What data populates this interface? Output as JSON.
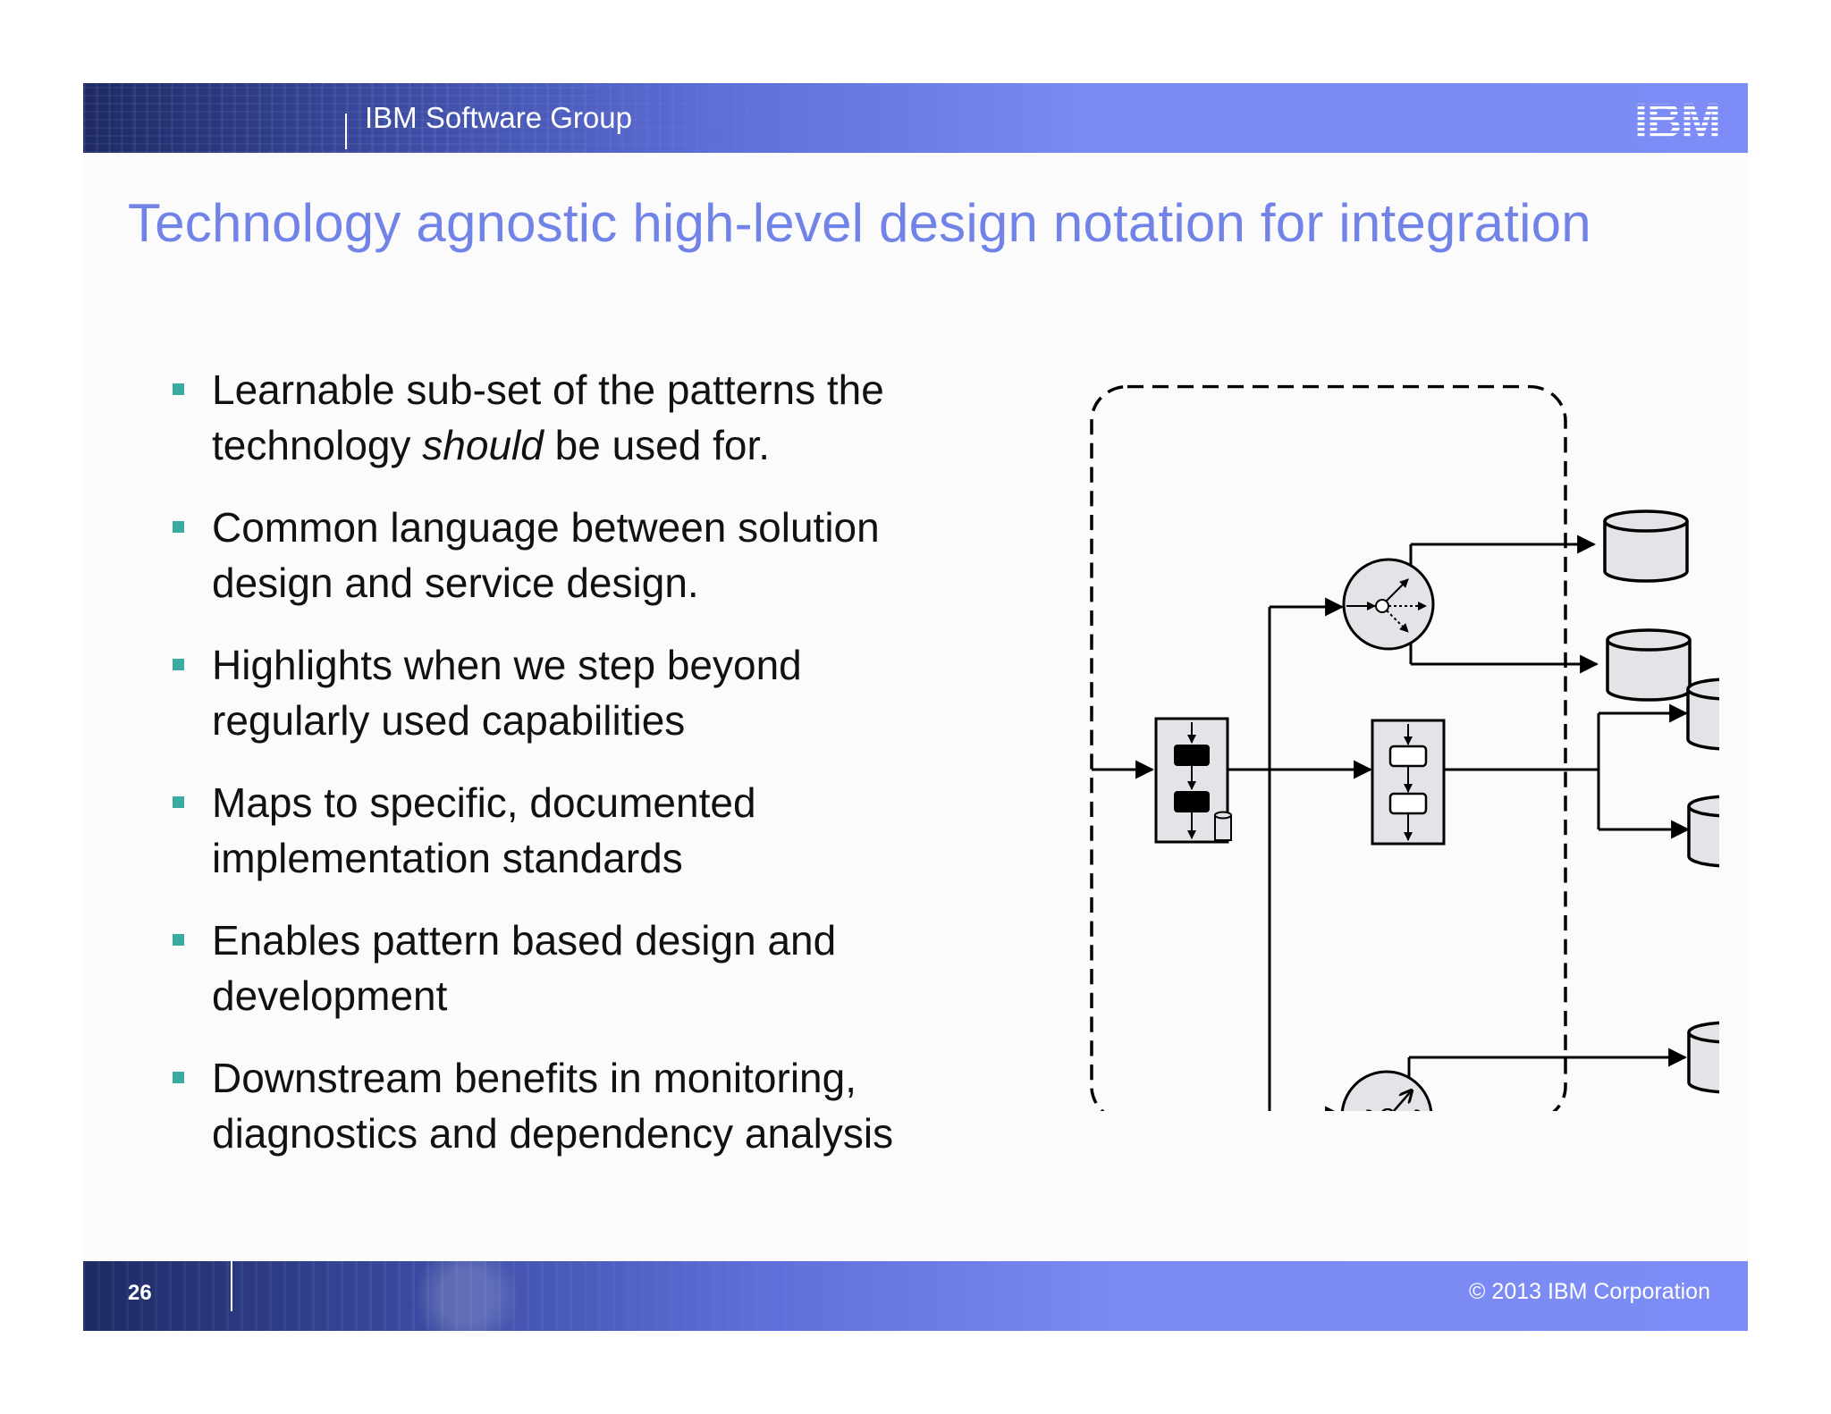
{
  "header": {
    "group_label": "IBM Software Group",
    "logo_text": "IBM"
  },
  "title": "Technology agnostic high-level design notation for integration",
  "bullets": [
    {
      "line1": "Learnable sub-set of the patterns the",
      "line2_pre": "technology ",
      "line2_em": "should",
      "line2_post": " be used for."
    },
    {
      "line1": "Common language between solution",
      "line2_pre": "design and service design.",
      "line2_em": "",
      "line2_post": ""
    },
    {
      "line1": "Highlights when we step beyond",
      "line2_pre": "regularly used capabilities",
      "line2_em": "",
      "line2_post": ""
    },
    {
      "line1": "Maps to specific, documented",
      "line2_pre": "implementation standards",
      "line2_em": "",
      "line2_post": ""
    },
    {
      "line1": "Enables pattern based design and",
      "line2_pre": "development",
      "line2_em": "",
      "line2_post": ""
    },
    {
      "line1": "Downstream benefits in monitoring,",
      "line2_pre": "diagnostics and dependency analysis",
      "line2_em": "",
      "line2_post": ""
    }
  ],
  "colors": {
    "title": "#7283e8",
    "bullet_marker": "#3aaba0",
    "band_dark": "#1e2a64",
    "band_light": "#7d8cf6",
    "diagram_fill": "#e4e4e8"
  },
  "footer": {
    "page_number": "26",
    "copyright": "© 2013 IBM Corporation"
  }
}
